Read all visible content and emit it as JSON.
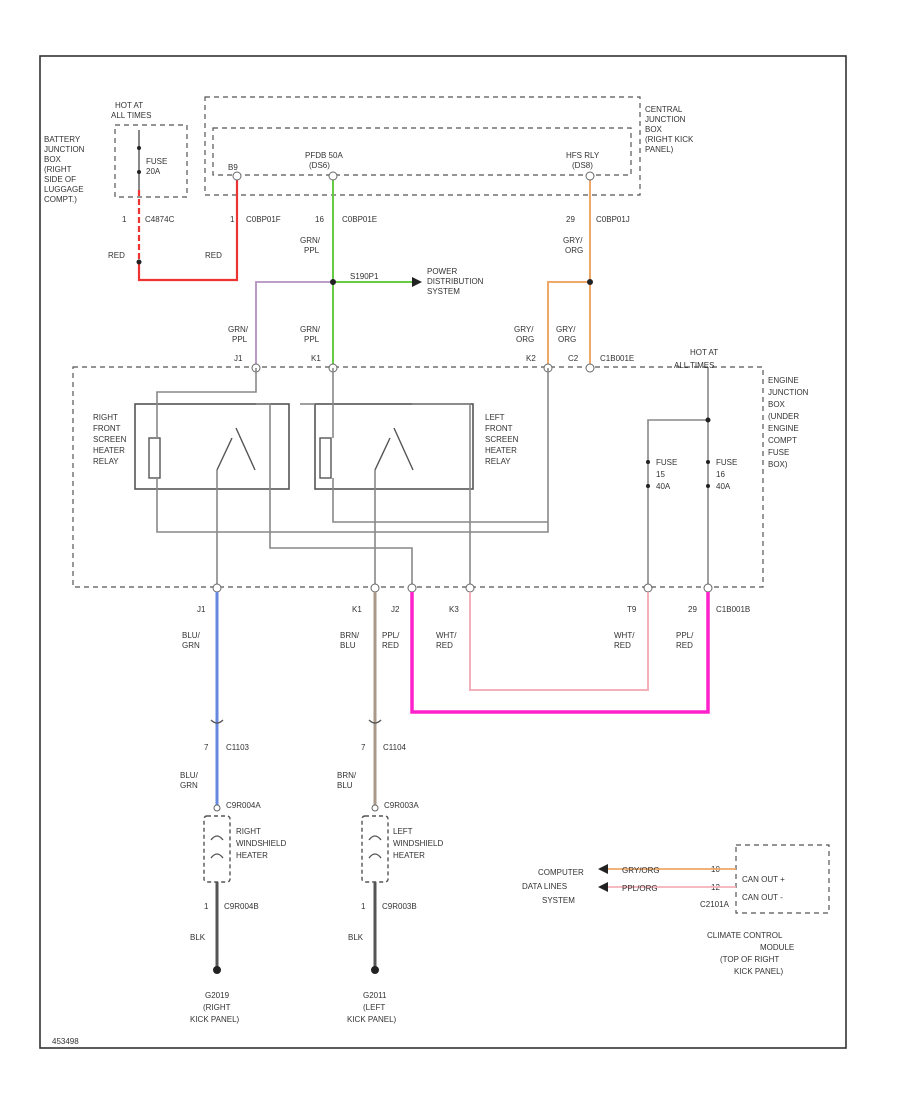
{
  "colors": {
    "red_wire": "#ee3333",
    "green_wire": "#66cc44",
    "orange_wire": "#f0a868",
    "purple_wire": "#b090c0",
    "blue_wire": "#6688dd",
    "brown_wire": "#aa9988",
    "pink_wire": "#ff22cc",
    "white_red_wire": "#f4b0b8",
    "black_wire": "#555555"
  },
  "labels": {
    "hot_at_all_times_top": [
      "HOT AT",
      "ALL TIMES"
    ],
    "battery_jb": [
      "BATTERY",
      "JUNCTION",
      "BOX",
      "(RIGHT",
      "SIDE OF",
      "LUGGAGE",
      "COMPT.)"
    ],
    "fuse_top": [
      "FUSE",
      "20A"
    ],
    "central_jb": [
      "CENTRAL",
      "JUNCTION",
      "BOX",
      "(RIGHT KICK",
      "PANEL)"
    ],
    "fsb": "B9",
    "pfdb": [
      "PFDB 50A",
      "(DS6)"
    ],
    "hfs_rly": [
      "HFS RLY",
      "(DS8)"
    ],
    "c_batt": "C4874C",
    "pin_c_batt": "1",
    "c0_left": "C0BP01F",
    "pin_c0_left": "1",
    "c0_mid": "C0BP01E",
    "pin_c0_mid": "16",
    "c0_right": "C0BP01J",
    "pin_c0_right": "29",
    "red": "RED",
    "grn_ppl": [
      "GRN/",
      "PPL"
    ],
    "gry_org": [
      "GRY/",
      "ORG"
    ],
    "s_splice": "S190P1",
    "power_dist": [
      "POWER",
      "DISTRIBUTION",
      "SYSTEM"
    ],
    "pin_j1": "J1",
    "pin_k1": "K1",
    "pin_k2": "K2",
    "pin_c2": "C2",
    "c_eng_top": "C1B001E",
    "hot_at_all_times_mid": [
      "HOT AT",
      "ALL TIMES"
    ],
    "engine_jb": [
      "ENGINE",
      "JUNCTION",
      "BOX",
      "(UNDER",
      "ENGINE",
      "COMPT",
      "FUSE",
      "BOX)"
    ],
    "right_relay": [
      "RIGHT",
      "FRONT",
      "SCREEN",
      "HEATER",
      "RELAY"
    ],
    "left_relay": [
      "LEFT",
      "FRONT",
      "SCREEN",
      "HEATER",
      "RELAY"
    ],
    "fuse_15a": [
      "FUSE",
      "15",
      "40A"
    ],
    "fuse_16a": [
      "FUSE",
      "16",
      "40A"
    ],
    "pin_bottom_j1": "J1",
    "pin_bottom_k1": "K1",
    "pin_bottom_j2": "J2",
    "pin_bottom_k3": "K3",
    "pin_t9": "T9",
    "pin_29": "29",
    "c_eng_bottom": "C1B001B",
    "blu_grn": [
      "BLU/",
      "GRN"
    ],
    "brn_blu": [
      "BRN/",
      "BLU"
    ],
    "ppl_red": [
      "PPL/",
      "RED"
    ],
    "wht_red": [
      "WHT/",
      "RED"
    ],
    "c_right": "C1103",
    "pin_c_right": "7",
    "c_left": "C1104",
    "pin_c_left": "7",
    "c_right_heater_top": "C9R004A",
    "c_left_heater_top": "C9R003A",
    "right_heater": [
      "RIGHT",
      "WINDSHIELD",
      "HEATER"
    ],
    "left_heater": [
      "LEFT",
      "WINDSHIELD",
      "HEATER"
    ],
    "c_right_heater_bot": "C9R004B",
    "pin_c_right_heater_bot": "1",
    "c_left_heater_bot": "C9R003B",
    "pin_c_left_heater_bot": "1",
    "blk": "BLK",
    "g_right": [
      "G2019",
      "(RIGHT",
      "KICK PANEL)"
    ],
    "g_left": [
      "G2011",
      "(LEFT",
      "KICK PANEL)"
    ],
    "computer_data": [
      "COMPUTER",
      "DATA LINES",
      "SYSTEM"
    ],
    "gry_org_small": "GRY/ORG",
    "ppl_org_small": "PPL/ORG",
    "pin_10": "10",
    "pin_12": "12",
    "can_plus": "CAN OUT +",
    "can_minus": "CAN OUT -",
    "c_ccm": "C2101A",
    "ccm": [
      "CLIMATE CONTROL",
      "MODULE",
      "(TOP OF RIGHT",
      "KICK PANEL)"
    ],
    "footer": "453498"
  }
}
